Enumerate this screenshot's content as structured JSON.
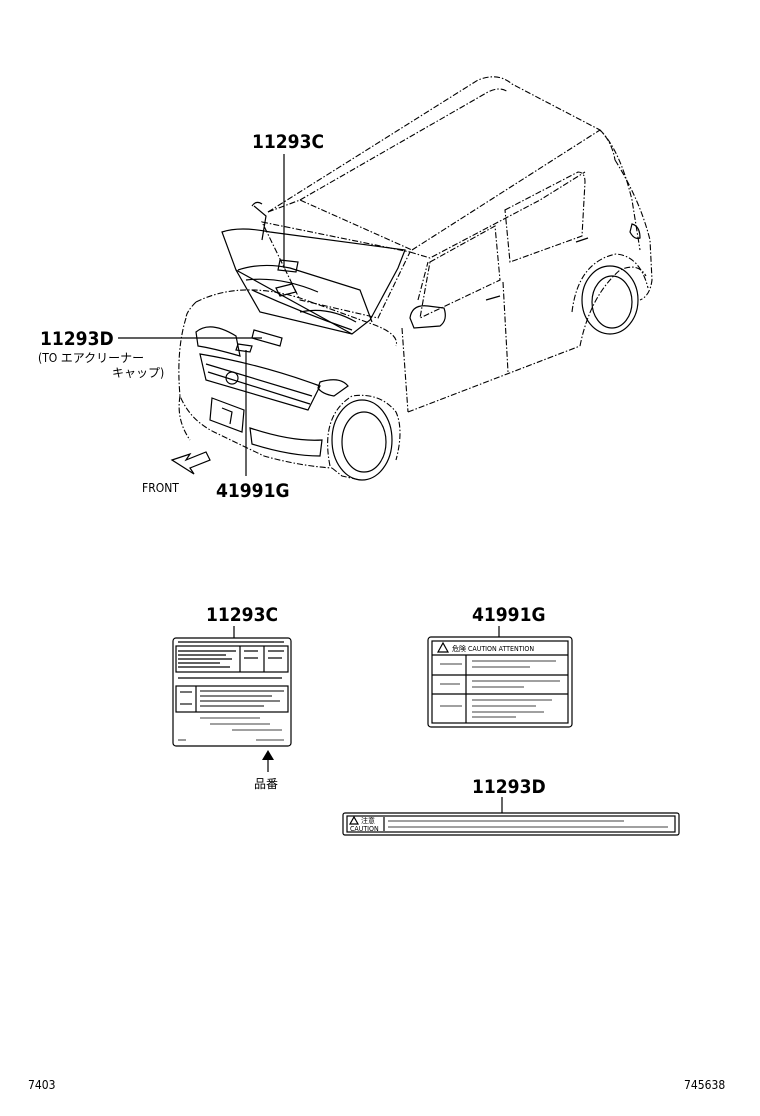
{
  "callouts": {
    "part_11293c": "11293C",
    "part_11293d": "11293D",
    "part_41991g": "41991G"
  },
  "notes": {
    "to_air_cleaner_line1": "(TO エアクリーナー",
    "to_air_cleaner_line2": "キャップ)",
    "front": "FRONT",
    "part_number_jp": "品番"
  },
  "labels": {
    "label_41991g_header": "危険 CAUTION ATTENTION",
    "label_11293d_line1": "注意",
    "label_11293d_line2": "CAUTION"
  },
  "footer": {
    "left_code": "7403",
    "right_code": "745638"
  }
}
